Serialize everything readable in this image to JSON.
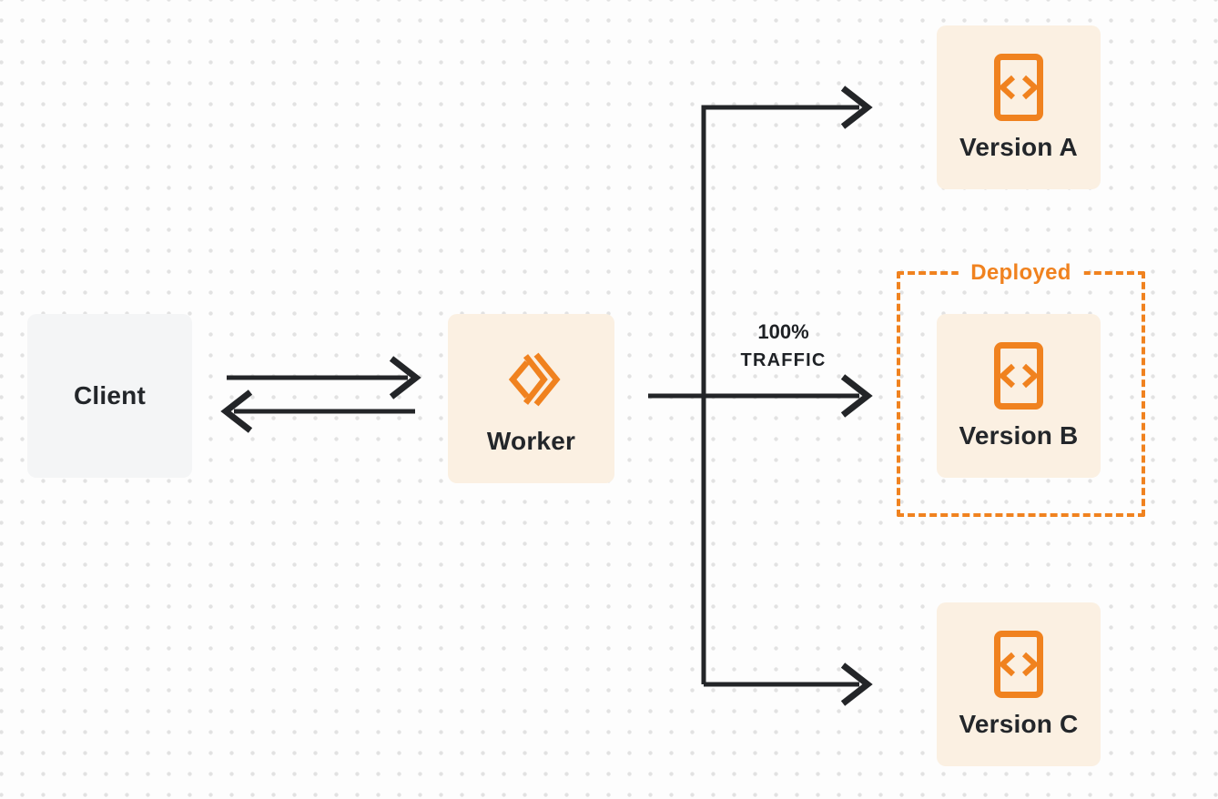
{
  "diagram": {
    "nodes": {
      "client": {
        "label": "Client"
      },
      "worker": {
        "label": "Worker"
      },
      "version_a": {
        "label": "Version A"
      },
      "version_b": {
        "label": "Version B"
      },
      "version_c": {
        "label": "Version C"
      }
    },
    "annotations": {
      "deployed": {
        "label": "Deployed"
      },
      "traffic": {
        "line1": "100%",
        "line2": "TRAFFIC"
      }
    },
    "edges": [
      {
        "from": "client",
        "to": "worker",
        "type": "bidirectional",
        "label": ""
      },
      {
        "from": "worker",
        "to": "version_a",
        "type": "arrow",
        "label": ""
      },
      {
        "from": "worker",
        "to": "version_b",
        "type": "arrow",
        "label": "100% TRAFFIC"
      },
      {
        "from": "worker",
        "to": "version_c",
        "type": "arrow",
        "label": ""
      }
    ],
    "icons": {
      "worker": "double-chevron-workers-logo",
      "version": "code-file-icon"
    },
    "colors": {
      "accent_orange": "#F0821F",
      "node_fill_cream": "#FBF0E2",
      "node_fill_gray": "#F4F5F6",
      "line_dark": "#232528",
      "background": "#FDFDFD",
      "grid_dot": "#E2E2E2",
      "text_dark": "#23262A"
    }
  }
}
